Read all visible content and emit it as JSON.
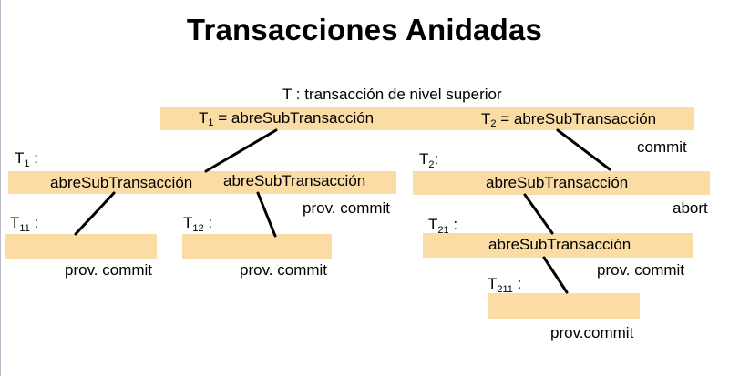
{
  "title": "Transacciones Anidadas",
  "top": {
    "caption": "T : transacción de nivel superior",
    "left_call_name": "T",
    "left_call_sub": "1",
    "left_call_text": " = abreSubTransacción",
    "right_call_name": "T",
    "right_call_sub": "2",
    "right_call_text": " = abreSubTransacción",
    "status": "commit"
  },
  "t1": {
    "name": "T",
    "sub": "1",
    "suffix": " :",
    "left_call": "abreSubTransacción",
    "right_call": "abreSubTransacción",
    "status": "prov. commit"
  },
  "t2": {
    "name": "T",
    "sub": "2",
    "suffix": ":",
    "call": "abreSubTransacción",
    "status": "abort"
  },
  "t11": {
    "name": "T",
    "sub": "11",
    "suffix": " :",
    "status": "prov. commit"
  },
  "t12": {
    "name": "T",
    "sub": "12",
    "suffix": " :",
    "status": "prov. commit"
  },
  "t21": {
    "name": "T",
    "sub": "21",
    "suffix": " :",
    "call": "abreSubTransacción",
    "status": "prov. commit"
  },
  "t211": {
    "name": "T",
    "sub": "211",
    "suffix": " :",
    "status": "prov.commit"
  },
  "colors": {
    "box_fill": "#fbdca5",
    "edge": "#000000"
  }
}
